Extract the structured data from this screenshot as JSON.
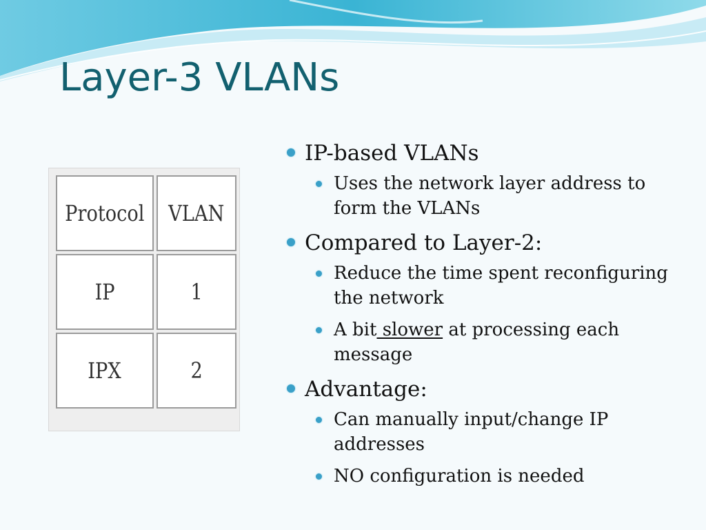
{
  "slide": {
    "title": "Layer-3 VLANs",
    "colors": {
      "title": "#12606f",
      "bullet": "#3aa0c8",
      "wave_dark": "#3ab4d4",
      "wave_light": "#bfe8f3"
    }
  },
  "table": {
    "rows": [
      [
        "Protocol",
        "VLAN"
      ],
      [
        "IP",
        "1"
      ],
      [
        "IPX",
        "2"
      ]
    ]
  },
  "bullets": [
    {
      "text": "IP-based VLANs",
      "sub": [
        {
          "text": "Uses the network layer address to form the VLANs"
        }
      ]
    },
    {
      "text": "Compared to Layer-2:",
      "sub": [
        {
          "text": "Reduce the time spent reconfiguring the network"
        },
        {
          "prefix": "A bit",
          "emph": " slower",
          "suffix": " at processing each message"
        }
      ]
    },
    {
      "text": "Advantage:",
      "sub": [
        {
          "text": "Can manually input/change IP addresses"
        },
        {
          "text": "NO configuration is needed"
        }
      ]
    }
  ]
}
